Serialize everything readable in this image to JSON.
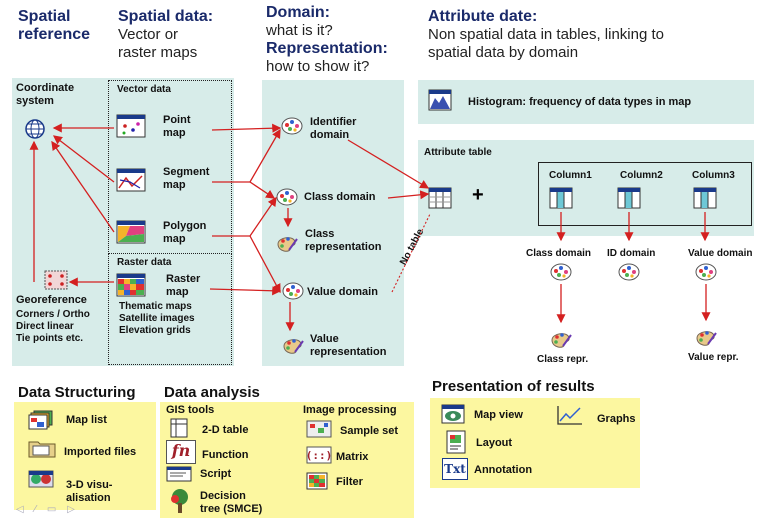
{
  "headers": {
    "spatial_reference": {
      "line1": "Spatial",
      "line2": "reference"
    },
    "spatial_data": {
      "title": "Spatial data:",
      "line1": "Vector or",
      "line2": "raster maps"
    },
    "domain": {
      "title": "Domain:",
      "q": "what is it?",
      "title2": "Representation:",
      "q2": "how to show it?"
    },
    "attribute": {
      "title": "Attribute date:",
      "line1": "Non spatial data in tables, linking to",
      "line2": "spatial data by domain"
    }
  },
  "left_panel": {
    "coord_line1": "Coordinate",
    "coord_line2": "system",
    "georef": "Georeference",
    "georef_lines": [
      "Corners / Ortho",
      "Direct linear",
      "Tie points etc."
    ]
  },
  "vector": {
    "title": "Vector data",
    "point": [
      "Point",
      "map"
    ],
    "segment": [
      "Segment",
      "map"
    ],
    "polygon": [
      "Polygon",
      "map"
    ]
  },
  "raster": {
    "title": "Raster data",
    "map": [
      "Raster",
      "map"
    ],
    "types": [
      "Thematic maps",
      "Satellite images",
      "Elevation grids"
    ]
  },
  "domains": {
    "identifier": [
      "Identifier",
      "domain"
    ],
    "class": "Class domain",
    "class_repr": [
      "Class",
      "representation"
    ],
    "value": "Value domain",
    "value_repr": [
      "Value",
      "representation"
    ],
    "no_table": "No table"
  },
  "histogram": "Histogram: frequency of data types in map",
  "attr_table": {
    "title": "Attribute table",
    "plus": "+",
    "columns": [
      "Column1",
      "Column2",
      "Column3"
    ],
    "col_domains": [
      "Class domain",
      "ID domain",
      "Value domain"
    ],
    "class_repr": "Class repr.",
    "value_repr": "Value repr."
  },
  "bottom": {
    "data_structuring": {
      "title": "Data Structuring",
      "items": [
        "Map list",
        "Imported files",
        "3-D visu-",
        "alisation"
      ]
    },
    "data_analysis": {
      "title": "Data analysis",
      "gis_tools": "GIS tools",
      "image_processing": "Image processing",
      "gis_items": [
        "2-D table",
        "Function",
        "Script",
        "Decision",
        "tree (SMCE)"
      ],
      "ip_items": [
        "Sample set",
        "Matrix",
        "Filter"
      ]
    },
    "presentation": {
      "title": "Presentation of results",
      "items": [
        "Map view",
        "Layout",
        "Annotation",
        "Graphs"
      ]
    }
  },
  "icon_names": {
    "fn": "fn",
    "txt": "Txt"
  },
  "colors": {
    "panel": "#d7ece9",
    "yellow": "#fcf7a0",
    "arrow": "#d42020",
    "heading": "#1a2a6a"
  }
}
